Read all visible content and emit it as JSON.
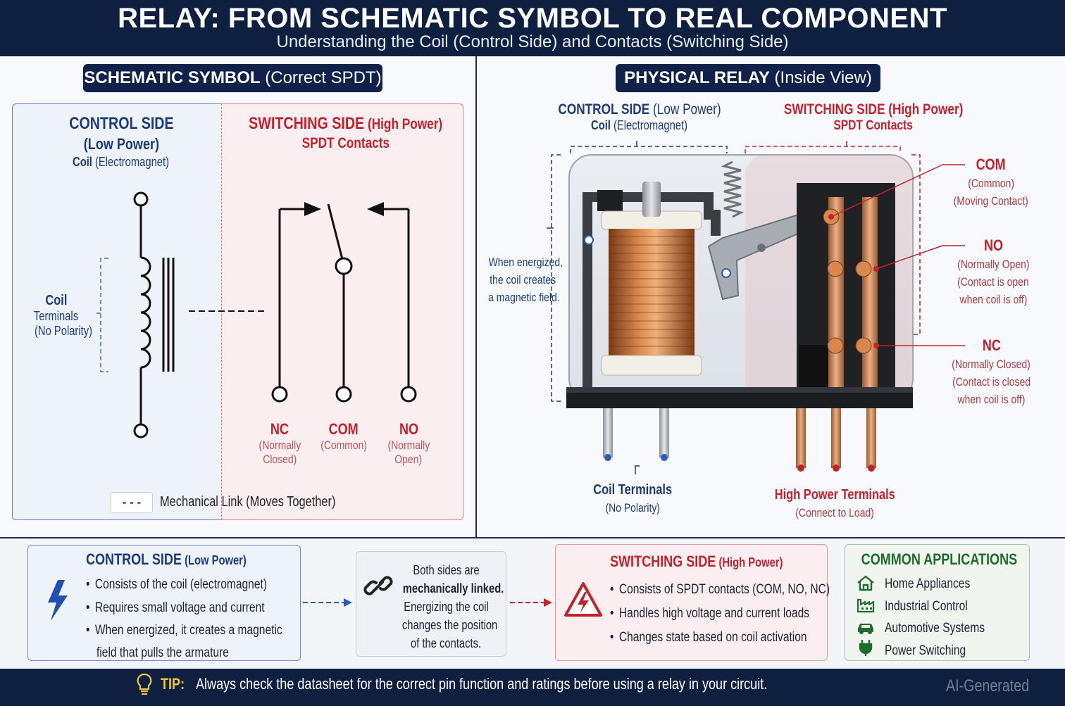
{
  "header": {
    "title": "RELAY: FROM SCHEMATIC SYMBOL TO REAL COMPONENT",
    "subtitle": "Understanding the Coil (Control Side) and Contacts (Switching Side)"
  },
  "schematic": {
    "pill_bold": "SCHEMATIC SYMBOL",
    "pill_rest": " (Correct SPDT)",
    "control_title": "CONTROL SIDE",
    "control_power": "(Low Power)",
    "control_coil_bold": "Coil",
    "control_coil_rest": " (Electromagnet)",
    "switch_title_bold": "SWITCHING SIDE",
    "switch_title_rest": " (High Power)",
    "switch_sub": "SPDT Contacts",
    "coil_label": "Coil",
    "coil_terminals": "Terminals",
    "coil_polarity": "(No Polarity)",
    "contacts": [
      {
        "name": "NC",
        "line1": "(Normally",
        "line2": "Closed)"
      },
      {
        "name": "COM",
        "line1": "(Common)",
        "line2": ""
      },
      {
        "name": "NO",
        "line1": "(Normally",
        "line2": "Open)"
      }
    ],
    "legend_dash": "- - -",
    "legend_text": "Mechanical Link (Moves Together)"
  },
  "physical": {
    "pill_bold": "PHYSICAL RELAY",
    "pill_rest": " (Inside View)",
    "control_title_bold": "CONTROL SIDE",
    "control_title_rest": " (Low Power)",
    "control_coil_bold": "Coil",
    "control_coil_rest": " (Electromagnet)",
    "switch_title_bold": "SWITCHING SIDE",
    "switch_title_rest": " (High Power)",
    "switch_sub": "SPDT Contacts",
    "energized": [
      "When energized,",
      "the coil creates",
      "a magnetic field."
    ],
    "com": {
      "name": "COM",
      "lines": [
        "(Common)",
        "(Moving Contact)"
      ]
    },
    "no": {
      "name": "NO",
      "lines": [
        "(Normally Open)",
        "(Contact is open",
        "when coil is off)"
      ]
    },
    "nc": {
      "name": "NC",
      "lines": [
        "(Normally Closed)",
        "(Contact is closed",
        "when coil is off)"
      ]
    },
    "coil_terminals": "Coil Terminals",
    "coil_terminals_sub": "(No Polarity)",
    "hp_terminals": "High Power Terminals",
    "hp_terminals_sub": "(Connect to Load)"
  },
  "panels": {
    "control": {
      "title_bold": "CONTROL SIDE",
      "title_rest": " (Low Power)",
      "bullets": [
        "Consists of the coil (electromagnet)",
        "Requires small voltage and current",
        "When energized, it creates a magnetic"
      ],
      "bullet3_cont": "field that pulls the armature",
      "icon": "lightning-icon"
    },
    "link": {
      "line1": "Both sides are",
      "line2": "mechanically linked.",
      "line3": "Energizing the coil",
      "line4": "changes the position",
      "line5": "of the contacts.",
      "icon": "chain-link-icon"
    },
    "switching": {
      "title_bold": "SWITCHING SIDE",
      "title_rest": " (High Power)",
      "bullets": [
        "Consists of SPDT contacts (COM, NO, NC)",
        "Handles high voltage and current loads",
        "Changes state based on coil activation"
      ],
      "icon": "high-voltage-warning-icon"
    },
    "apps": {
      "title": "COMMON APPLICATIONS",
      "items": [
        {
          "icon": "house-icon",
          "label": "Home Appliances"
        },
        {
          "icon": "factory-icon",
          "label": "Industrial Control"
        },
        {
          "icon": "car-icon",
          "label": "Automotive Systems"
        },
        {
          "icon": "power-plug-icon",
          "label": "Power Switching"
        }
      ]
    }
  },
  "footer": {
    "tip_label": "TIP:",
    "tip_text": "Always check the datasheet for the correct pin function and ratings before using a relay in your circuit.",
    "watermark": "AI-Generated"
  },
  "colors": {
    "navy": "#0f1f40",
    "control_blue": "#1e3a78",
    "switch_red": "#c0232d",
    "apps_green": "#1d6b2d",
    "tip_yellow": "#e8c547"
  }
}
